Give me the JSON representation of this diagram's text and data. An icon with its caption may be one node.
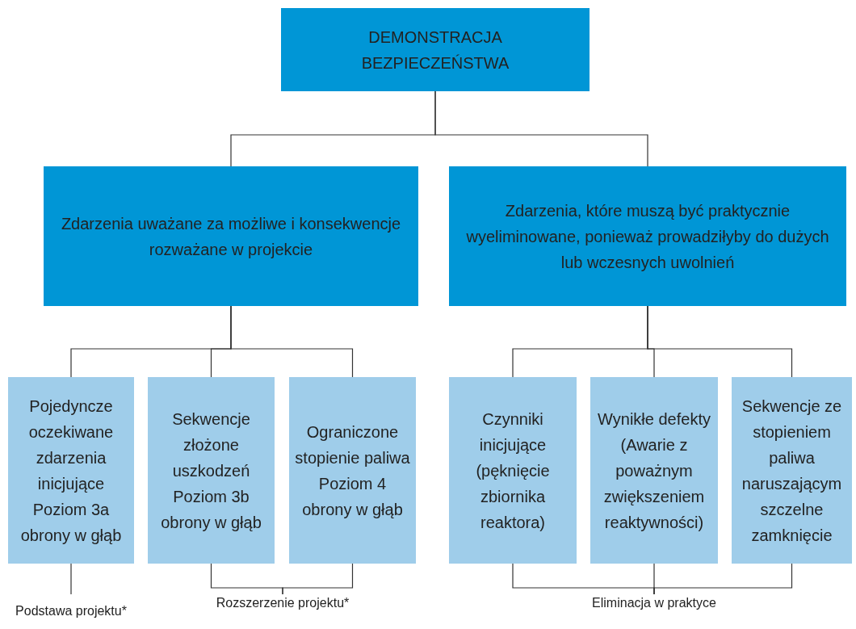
{
  "diagram": {
    "nodes": [
      {
        "text": [
          "DEMONSTRACJA BEZPIECZEŃSTWA"
        ]
      },
      {
        "text": [
          "Zdarzenia uważane za możliwe i konsekwencje rozważane w projekcie"
        ]
      },
      {
        "text": [
          "Zdarzenia, które muszą być praktycznie wyeliminowane, ponieważ prowadziłyby do dużych lub wczesnych uwolnień"
        ]
      },
      {
        "text": [
          "Pojedyncze oczekiwane zdarzenia inicjujące Poziom 3a obrony w głąb"
        ]
      },
      {
        "text": [
          "Sekwencje złożone uszkodzeń Poziom 3b obrony w głąb"
        ]
      },
      {
        "text": [
          "Ograniczone stopienie paliwa Poziom 4 obrony w głąb"
        ]
      },
      {
        "text": [
          "Czynniki inicjujące (pęknięcie zbiornika reaktora)"
        ]
      },
      {
        "text": [
          "Wynikłe defekty (Awarie z poważnym zwiększeniem reaktywności)"
        ]
      },
      {
        "text": [
          "Sekwencje ze stopieniem paliwa naruszającym szczelne zamknięcie"
        ]
      },
      {
        "text": [
          "Podstawa projektu*"
        ]
      },
      {
        "text": [
          "Rozszerzenie projektu*"
        ]
      },
      {
        "text": [
          "Eliminacja w praktyce"
        ]
      }
    ],
    "edges": [
      {
        "from": 0,
        "to": 1,
        "arrow": "none"
      },
      {
        "from": 0,
        "to": 2,
        "arrow": "none"
      },
      {
        "from": 1,
        "to": 3,
        "arrow": "none"
      },
      {
        "from": 1,
        "to": 4,
        "arrow": "none"
      },
      {
        "from": 1,
        "to": 5,
        "arrow": "none"
      },
      {
        "from": 2,
        "to": 6,
        "arrow": "none"
      },
      {
        "from": 2,
        "to": 7,
        "arrow": "none"
      },
      {
        "from": 2,
        "to": 8,
        "arrow": "none"
      },
      {
        "from": 3,
        "to": 9,
        "arrow": "none"
      },
      {
        "from": 4,
        "to": 10,
        "arrow": "none"
      },
      {
        "from": 5,
        "to": 10,
        "arrow": "none"
      },
      {
        "from": 6,
        "to": 11,
        "arrow": "none"
      },
      {
        "from": 7,
        "to": 11,
        "arrow": "none"
      },
      {
        "from": 8,
        "to": 11,
        "arrow": "none"
      }
    ]
  }
}
